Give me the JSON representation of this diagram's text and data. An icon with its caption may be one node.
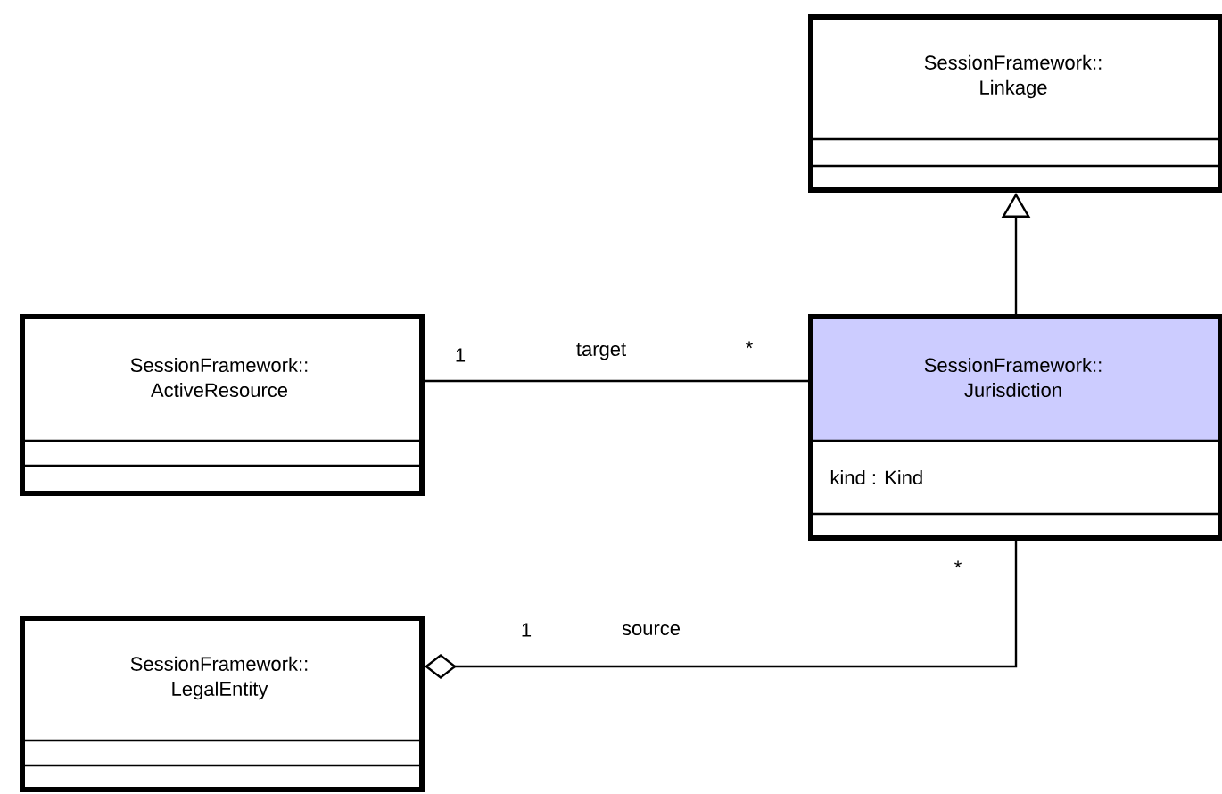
{
  "diagram": {
    "nodes": [
      {
        "text": [
          "SessionFramework:: Linkage"
        ]
      },
      {
        "text": [
          "SessionFramework:: ActiveResource"
        ]
      },
      {
        "text": [
          "SessionFramework:: Jurisdiction",
          "kind : Kind"
        ]
      },
      {
        "text": [
          "SessionFramework:: LegalEntity"
        ]
      }
    ],
    "edges": [
      {
        "from": 2,
        "to": 0,
        "arrow": "to"
      },
      {
        "from": 1,
        "to": 2,
        "arrow": "none",
        "label": "target"
      },
      {
        "from": 3,
        "to": 2,
        "arrow": "other",
        "label": "source"
      }
    ],
    "labels": [
      "1",
      "*",
      "*",
      "1"
    ]
  }
}
